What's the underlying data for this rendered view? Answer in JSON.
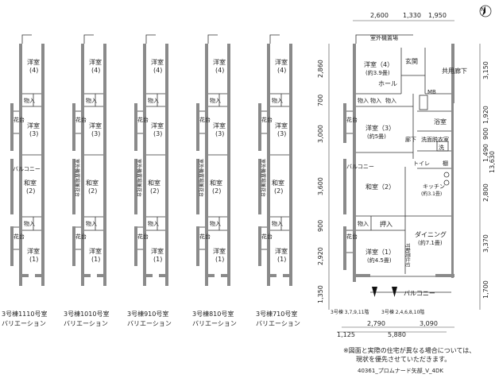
{
  "compass": "N",
  "variations": [
    {
      "caption_1": "3号棟1110号室",
      "caption_2": "バリエーション",
      "side": "花台"
    },
    {
      "caption_1": "3号棟1010号室",
      "caption_2": "バリエーション",
      "side": "室外機置場兼花台"
    },
    {
      "caption_1": "3号棟910号室",
      "caption_2": "バリエーション",
      "side": "室外機置場兼花台"
    },
    {
      "caption_1": "3号棟810号室",
      "caption_2": "バリエーション",
      "side": "室外機置場兼花台"
    },
    {
      "caption_1": "3号棟710号室",
      "caption_2": "バリエーション",
      "side": "室外機置場兼花台"
    }
  ],
  "variation_rooms": {
    "room4": "洋室",
    "room4_num": "(4)",
    "closet": "物入",
    "room3": "洋室",
    "room3_num": "(3)",
    "flower": "花台",
    "balcony": "バルコニー",
    "washitsu": "和室",
    "washitsu_num": "(2)",
    "room1": "洋室",
    "room1_num": "(1)"
  },
  "main": {
    "room4_a": "洋室（4）",
    "room4_b": "(約3.9畳)",
    "genkan": "玄関",
    "hall": "ホール",
    "mb": "MB",
    "kyoyo": "共用廊下",
    "outdoor_unit": "室外機置場",
    "closet": "物入",
    "room3_a": "洋室（3）",
    "room3_b": "(約5畳)",
    "flower": "花台",
    "rouka": "廊下",
    "bath": "浴室",
    "senmen": "洗面脱衣室",
    "wash": "洗",
    "toilet": "トイレ",
    "tana": "棚",
    "balcony_side": "バルコニー",
    "washitsu": "和室（2）",
    "kitchen_a": "キッチン",
    "kitchen_b": "(約3.1畳)",
    "oshiire": "押入",
    "dining_a": "ダイニング",
    "dining_b": "(約7.1畳)",
    "room1_a": "洋室（1）",
    "room1_b": "(約4.5畳)",
    "sliding": "可動間仕切",
    "balcony": "バルコニー",
    "legend_a": "3号棟 3,7,9,11階",
    "legend_b": "3号棟 2,4,6,8,10階"
  },
  "dims_top": [
    "2,600",
    "1,330",
    "1,950"
  ],
  "dims_left": [
    "2,860",
    "700",
    "3,000",
    "3,600",
    "900",
    "2,920",
    "1,350"
  ],
  "dims_right": [
    "3,150",
    "1,920",
    "900",
    "1,490",
    "13,630",
    "2,800",
    "3,370",
    "1,700"
  ],
  "dims_bottom": [
    "2,790",
    "3,090",
    "1,125",
    "5,880"
  ],
  "notes": {
    "line1": "※図面と実際の住宅が異なる場合については、",
    "line2": "現状を優先させていただきます。",
    "code": "40361_プロムナード矢部_V_4DK"
  }
}
